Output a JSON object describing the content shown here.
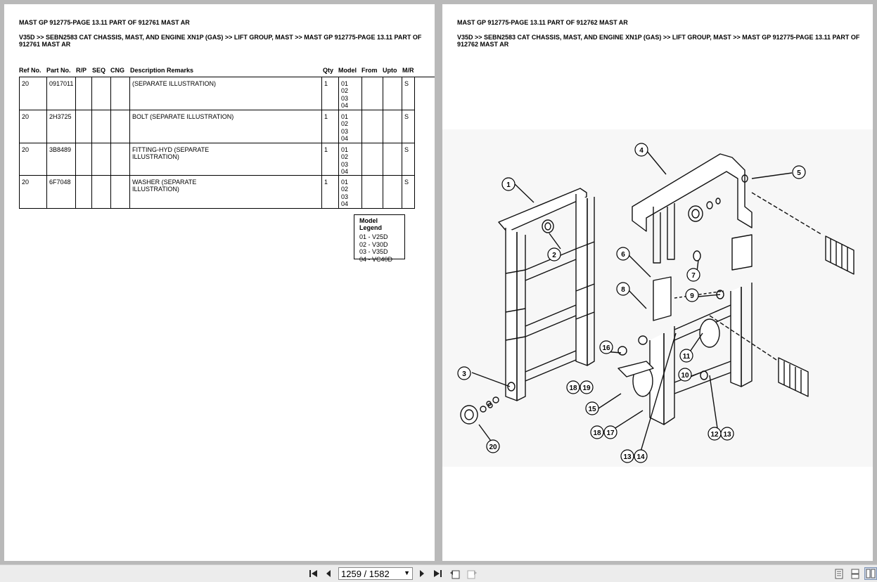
{
  "left_page": {
    "title": "MAST GP 912775-PAGE 13.11 PART OF 912761 MAST AR",
    "breadcrumb": "V35D >> SEBN2583 CAT CHASSIS, MAST, AND ENGINE XN1P (GAS) >> LIFT GROUP, MAST >> MAST GP 912775-PAGE 13.11 PART OF 912761 MAST AR",
    "columns": [
      "Ref No.",
      "Part No.",
      "R/P",
      "SEQ",
      "CNG",
      "Description Remarks",
      "Qty",
      "Model",
      "From",
      "Upto",
      "M/R"
    ],
    "rows": [
      {
        "ref": "20",
        "part": "0917011",
        "rp": "",
        "seq": "",
        "cng": "",
        "desc": "(SEPARATE ILLUSTRATION)",
        "qty": "1",
        "model": "01\n02\n03\n04",
        "from": "",
        "upto": "",
        "mr": "S"
      },
      {
        "ref": "20",
        "part": "2H3725",
        "rp": "",
        "seq": "",
        "cng": "",
        "desc": "BOLT (SEPARATE ILLUSTRATION)",
        "qty": "1",
        "model": "01\n02\n03\n04",
        "from": "",
        "upto": "",
        "mr": "S"
      },
      {
        "ref": "20",
        "part": "3B8489",
        "rp": "",
        "seq": "",
        "cng": "",
        "desc": "FITTING-HYD (SEPARATE\nILLUSTRATION)",
        "qty": "1",
        "model": "01\n02\n03\n04",
        "from": "",
        "upto": "",
        "mr": "S"
      },
      {
        "ref": "20",
        "part": "6F7048",
        "rp": "",
        "seq": "",
        "cng": "",
        "desc": "WASHER (SEPARATE\nILLUSTRATION)",
        "qty": "1",
        "model": "01\n02\n03\n04",
        "from": "",
        "upto": "",
        "mr": "S"
      }
    ],
    "legend": {
      "title": "Model Legend",
      "items": [
        "01 - V25D",
        "02 - V30D",
        "03 - V35D",
        "04 - VC40D"
      ]
    }
  },
  "right_page": {
    "title": "MAST GP 912775-PAGE 13.11 PART OF 912762 MAST AR",
    "breadcrumb": "V35D >> SEBN2583 CAT CHASSIS, MAST, AND ENGINE XN1P (GAS) >> LIFT GROUP, MAST >> MAST GP 912775-PAGE 13.11 PART OF 912762 MAST AR",
    "callouts": [
      "1",
      "2",
      "3",
      "4",
      "5",
      "6",
      "7",
      "8",
      "9",
      "10",
      "11",
      "12",
      "13",
      "13",
      "14",
      "15",
      "16",
      "17",
      "18",
      "18",
      "19",
      "20"
    ]
  },
  "toolbar": {
    "page_indicator": "1259 / 1582",
    "icons": [
      "first-page-icon",
      "prev-page-icon",
      "next-page-icon",
      "last-page-icon",
      "back-view-icon",
      "forward-view-icon",
      "single-page-icon",
      "continuous-page-icon",
      "two-page-icon"
    ]
  }
}
